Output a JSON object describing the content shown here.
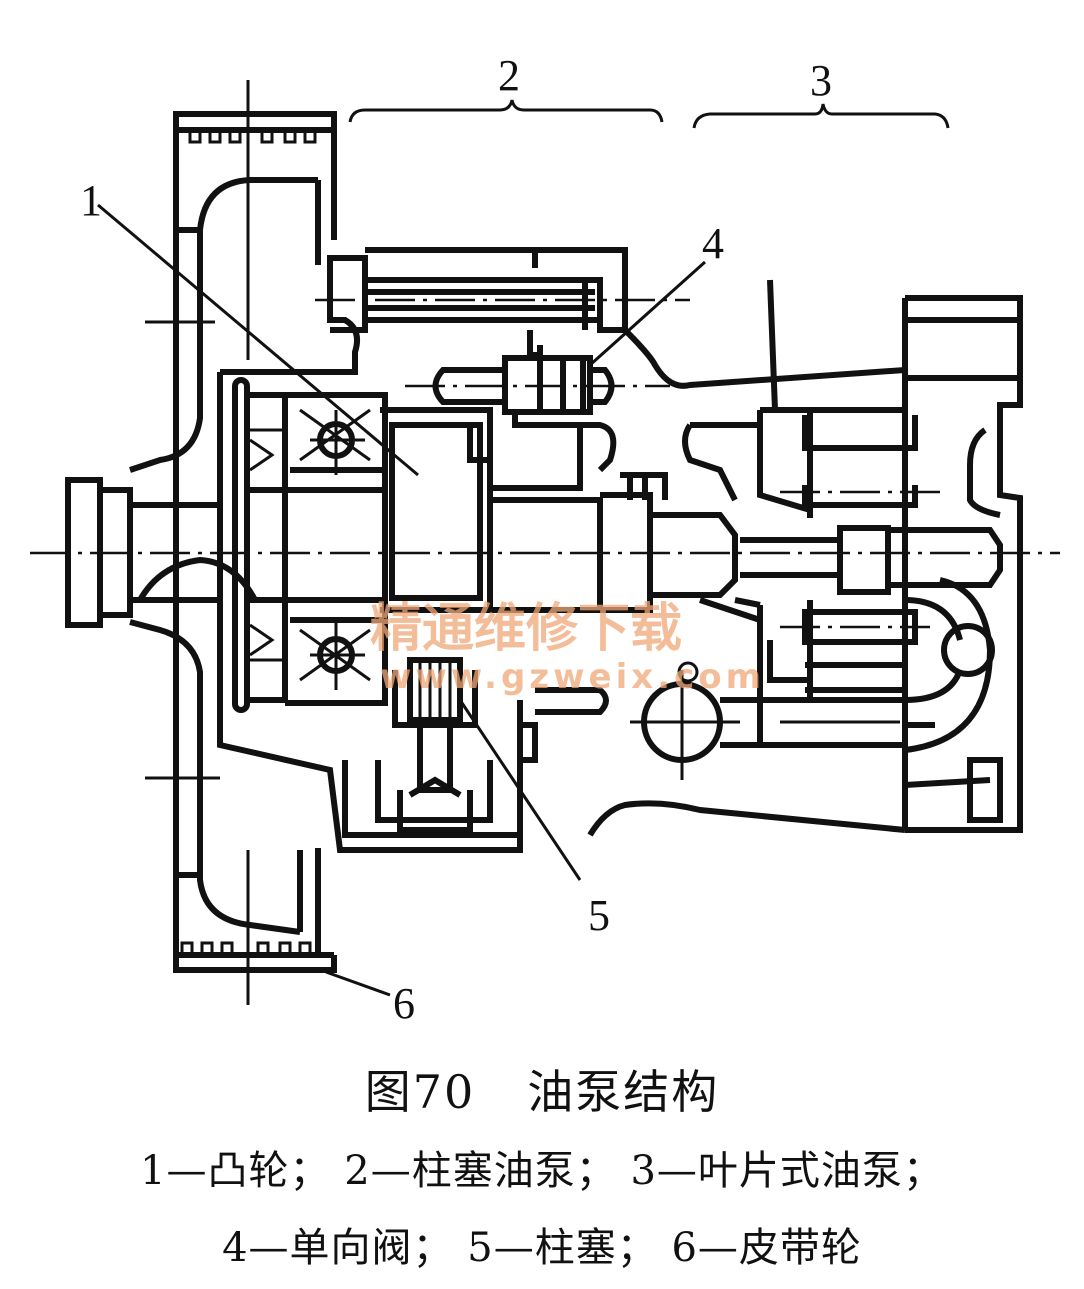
{
  "figure": {
    "caption_number": "图70",
    "caption_title": "油泵结构",
    "callouts": [
      {
        "id": "1",
        "text": "1"
      },
      {
        "id": "2",
        "text": "2"
      },
      {
        "id": "3",
        "text": "3"
      },
      {
        "id": "4",
        "text": "4"
      },
      {
        "id": "5",
        "text": "5"
      },
      {
        "id": "6",
        "text": "6"
      }
    ],
    "legend_lines": [
      [
        {
          "num": "1",
          "sep": "—",
          "label": "凸轮",
          "punct": "；"
        },
        {
          "num": "2",
          "sep": "—",
          "label": "柱塞油泵",
          "punct": "；"
        },
        {
          "num": "3",
          "sep": "—",
          "label": "叶片式油泵",
          "punct": "；"
        }
      ],
      [
        {
          "num": "4",
          "sep": "—",
          "label": "单向阀",
          "punct": "；"
        },
        {
          "num": "5",
          "sep": "—",
          "label": "柱塞",
          "punct": "；"
        },
        {
          "num": "6",
          "sep": "—",
          "label": "皮带轮",
          "punct": ""
        }
      ]
    ]
  },
  "watermark": {
    "title": "精通维修下载",
    "url": "www.gzweix.com",
    "color": "#f0a878"
  }
}
